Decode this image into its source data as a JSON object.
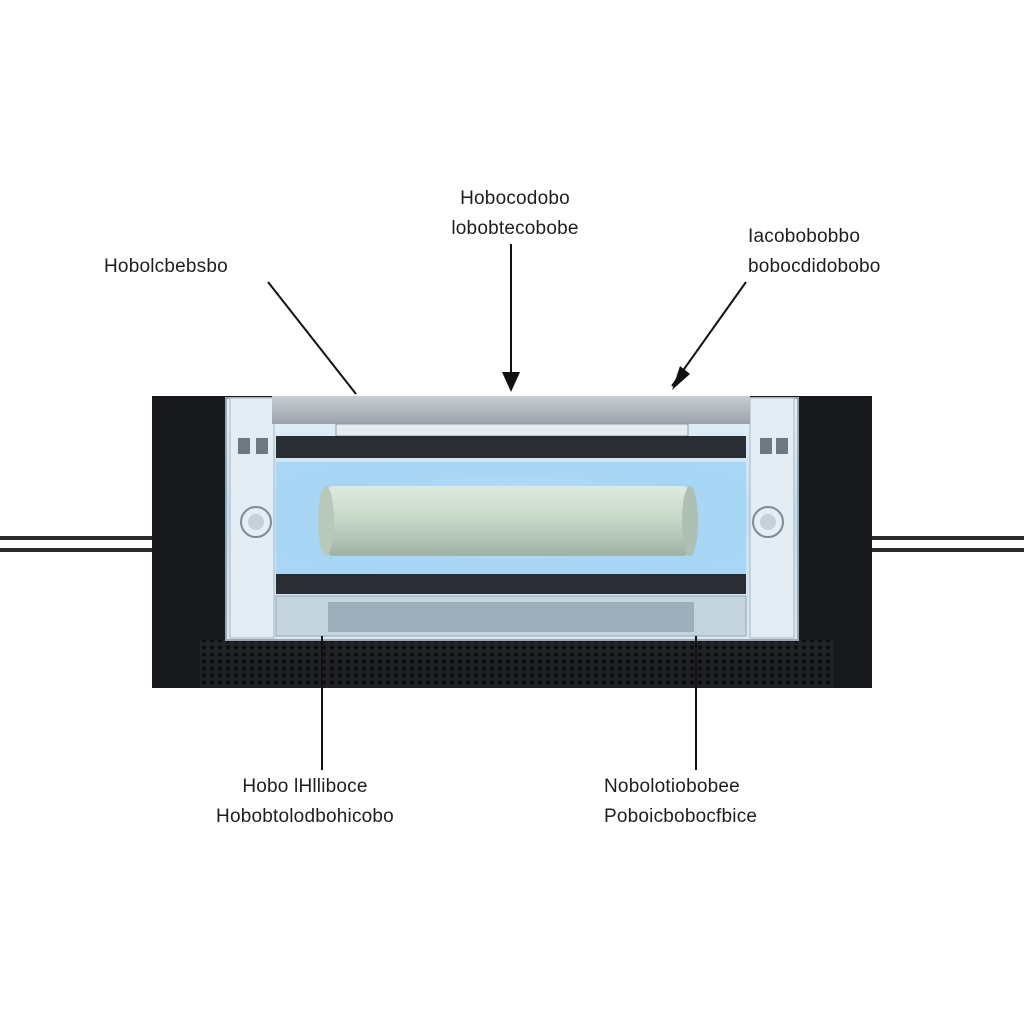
{
  "callouts": {
    "top_left": {
      "lines": [
        "Hobolcbebsbo"
      ]
    },
    "top_center": {
      "lines": [
        "Hobocodobo",
        "lobobtecobobe"
      ]
    },
    "top_right": {
      "lines": [
        "Iacobobobbo",
        "bobocdidobobo"
      ]
    },
    "bottom_left": {
      "lines": [
        "Hobo lHlliboce",
        "Hobobtolodbohicobo"
      ]
    },
    "bottom_right": {
      "lines": [
        "Nobolotiobobee",
        "Poboicbobocfbice"
      ]
    }
  },
  "colors": {
    "housing": "#1b1d21",
    "glass": "#d7e7f2",
    "glow": "#9fd4ff",
    "rod": "#c3d8c8",
    "leader": "#111111"
  }
}
